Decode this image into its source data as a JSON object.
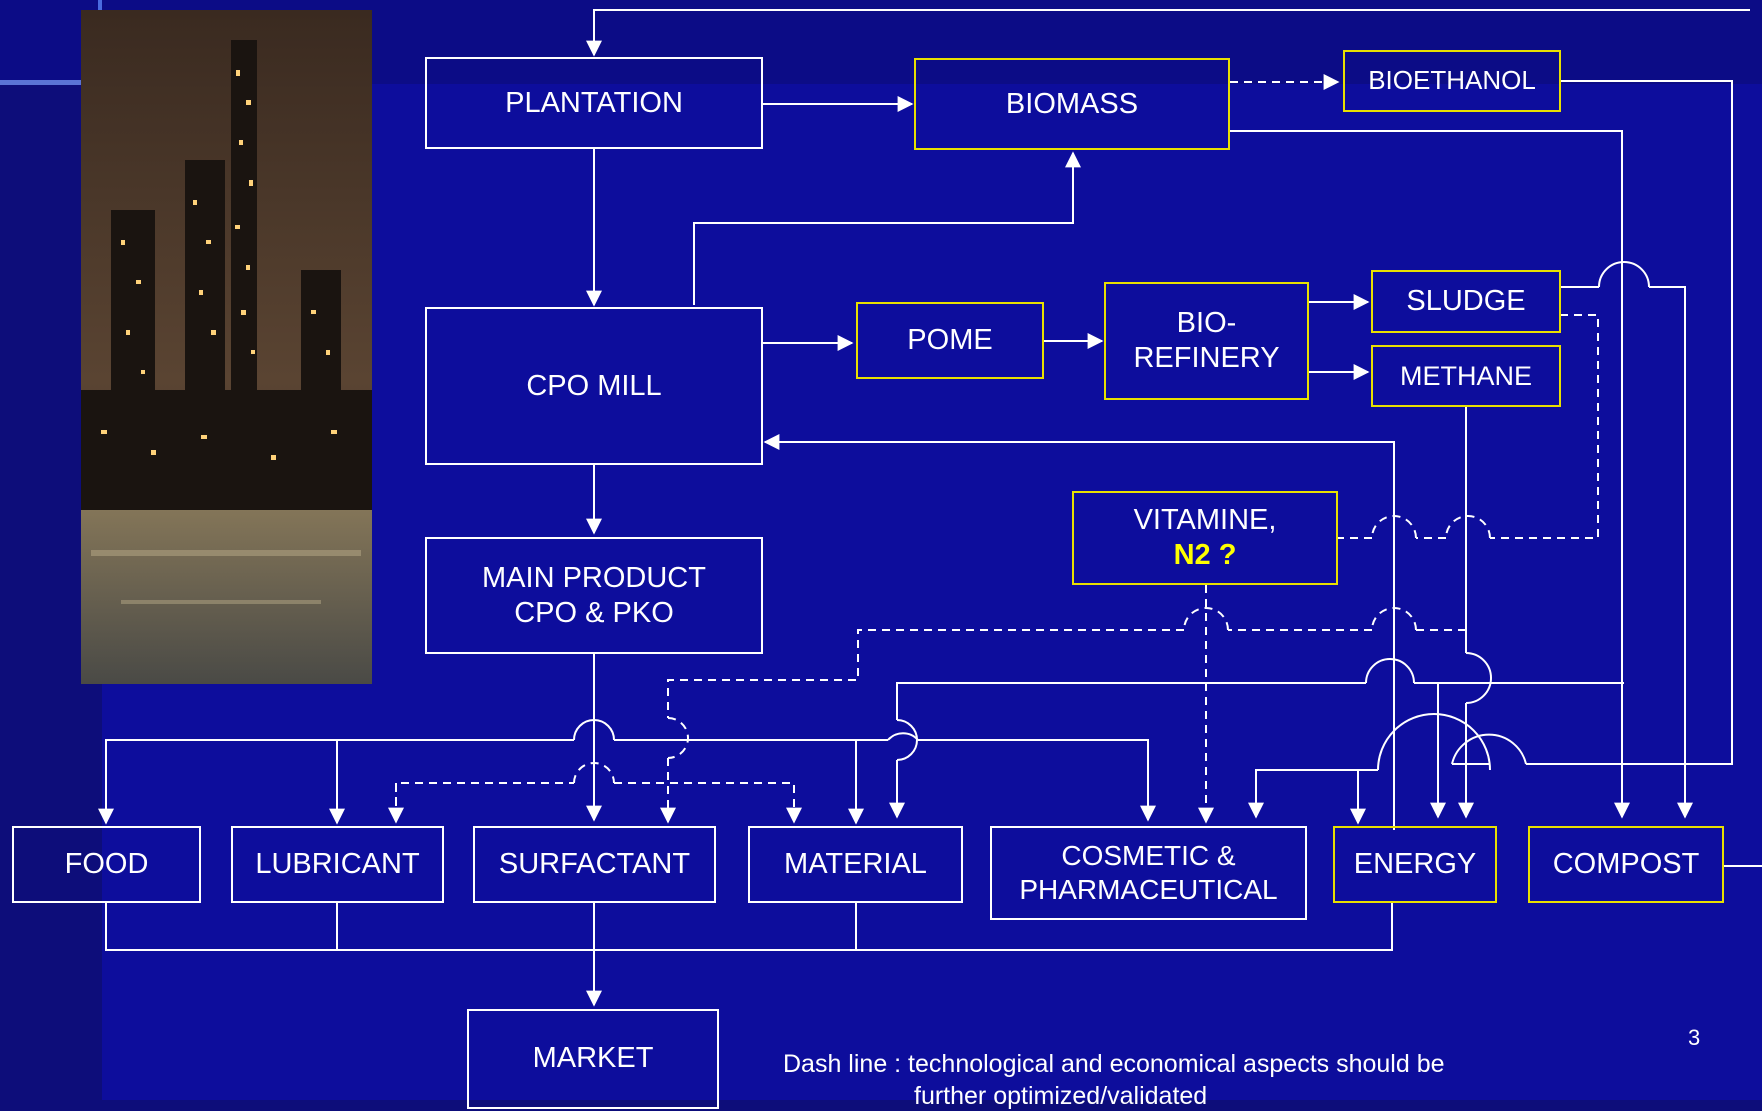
{
  "boxes": {
    "plantation": "PLANTATION",
    "biomass": "BIOMASS",
    "bioethanol": "BIOETHANOL",
    "cpo_mill": "CPO MILL",
    "pome": "POME",
    "biorefinery": "BIO-\nREFINERY",
    "sludge": "SLUDGE",
    "methane": "METHANE",
    "vitamine_line1": "VITAMINE,",
    "vitamine_line2": "N2 ?",
    "main_product": "MAIN PRODUCT\nCPO & PKO",
    "food": "FOOD",
    "lubricant": "LUBRICANT",
    "surfactant": "SURFACTANT",
    "material": "MATERIAL",
    "cosmetic": "COSMETIC &\nPHARMACEUTICAL",
    "energy": "ENERGY",
    "compost": "COMPOST",
    "market": "MARKET"
  },
  "note_line1": "Dash line : technological and economical aspects should be",
  "note_line2": "further optimized/validated",
  "page_number": "3",
  "colors": {
    "background": "#0d0d9c",
    "line": "#ffffff",
    "highlight_border": "#e8e000",
    "highlight_text": "#ffff00"
  },
  "photo": "refinery-at-night-photo"
}
